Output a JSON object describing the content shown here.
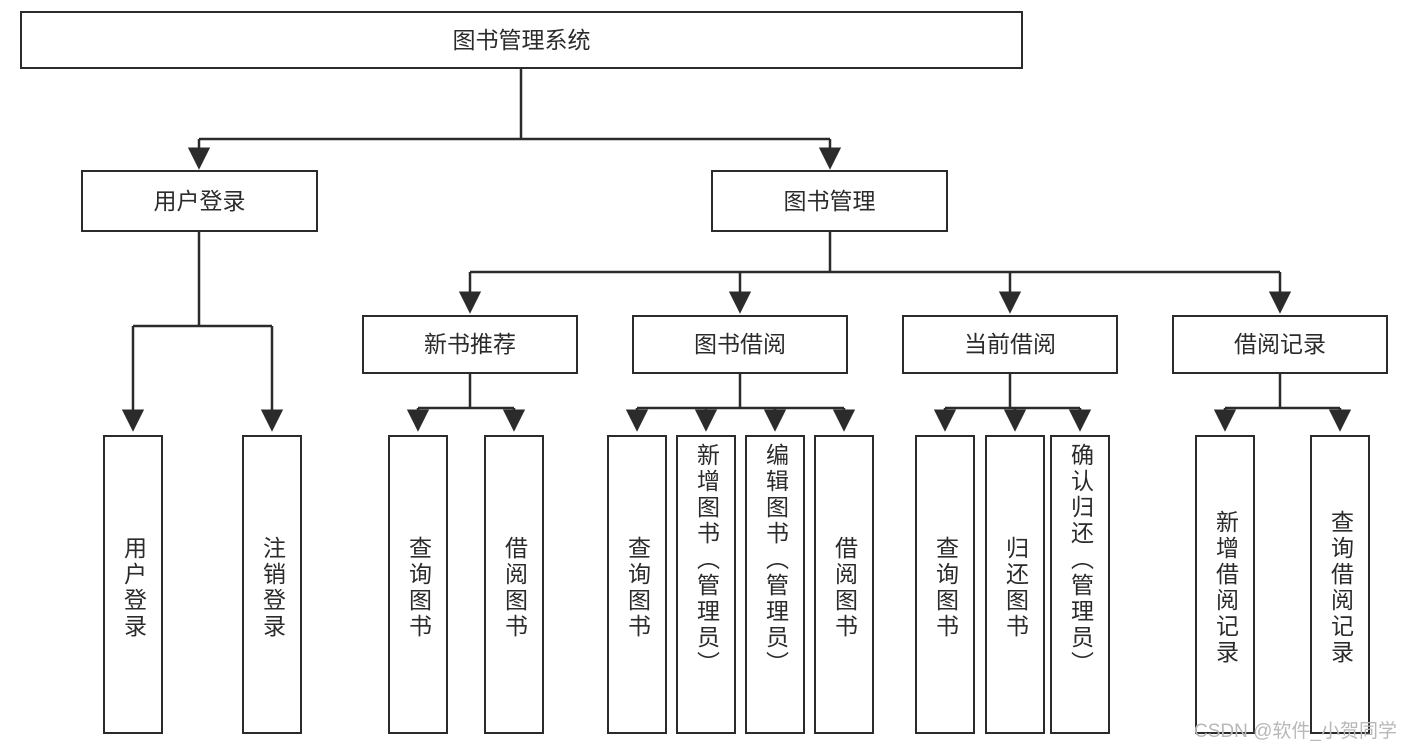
{
  "diagram": {
    "title": "图书管理系统",
    "type": "tree-hierarchy",
    "watermark": "CSDN @软件_小贺同学",
    "colors": {
      "stroke": "#2b2b2b",
      "fill": "#ffffff",
      "text": "#2b2b2b",
      "watermark": "#b8b8b8"
    },
    "nodes": {
      "root": {
        "label": "图书管理系统"
      },
      "level1": [
        {
          "id": "user-login",
          "label": "用户登录"
        },
        {
          "id": "book-manage",
          "label": "图书管理"
        }
      ],
      "level2": [
        {
          "id": "new-book-rec",
          "label": "新书推荐"
        },
        {
          "id": "book-borrow",
          "label": "图书借阅"
        },
        {
          "id": "current-borrow",
          "label": "当前借阅"
        },
        {
          "id": "borrow-record",
          "label": "借阅记录"
        }
      ],
      "leaves": {
        "user_login": [
          {
            "id": "leaf-user-login",
            "label": "用户登录"
          },
          {
            "id": "leaf-logout",
            "label": "注销登录"
          }
        ],
        "new_book_rec": [
          {
            "id": "leaf-query-book-1",
            "label": "查询图书"
          },
          {
            "id": "leaf-borrow-book-1",
            "label": "借阅图书"
          }
        ],
        "book_borrow": [
          {
            "id": "leaf-query-book-2",
            "label": "查询图书"
          },
          {
            "id": "leaf-add-book",
            "label": "新增图书（管理员）"
          },
          {
            "id": "leaf-edit-book",
            "label": "编辑图书（管理员）"
          },
          {
            "id": "leaf-borrow-book-2",
            "label": "借阅图书"
          }
        ],
        "current_borrow": [
          {
            "id": "leaf-query-book-3",
            "label": "查询图书"
          },
          {
            "id": "leaf-return-book",
            "label": "归还图书"
          },
          {
            "id": "leaf-confirm-return",
            "label": "确认归还（管理员）"
          }
        ],
        "borrow_record": [
          {
            "id": "leaf-add-record",
            "label": "新增借阅记录"
          },
          {
            "id": "leaf-query-record",
            "label": "查询借阅记录"
          }
        ]
      }
    },
    "edges": [
      {
        "from": "图书管理系统",
        "to": "用户登录"
      },
      {
        "from": "图书管理系统",
        "to": "图书管理"
      },
      {
        "from": "用户登录",
        "to": "用户登录"
      },
      {
        "from": "用户登录",
        "to": "注销登录"
      },
      {
        "from": "图书管理",
        "to": "新书推荐"
      },
      {
        "from": "图书管理",
        "to": "图书借阅"
      },
      {
        "from": "图书管理",
        "to": "当前借阅"
      },
      {
        "from": "图书管理",
        "to": "借阅记录"
      },
      {
        "from": "新书推荐",
        "to": "查询图书"
      },
      {
        "from": "新书推荐",
        "to": "借阅图书"
      },
      {
        "from": "图书借阅",
        "to": "查询图书"
      },
      {
        "from": "图书借阅",
        "to": "新增图书（管理员）"
      },
      {
        "from": "图书借阅",
        "to": "编辑图书（管理员）"
      },
      {
        "from": "图书借阅",
        "to": "借阅图书"
      },
      {
        "from": "当前借阅",
        "to": "查询图书"
      },
      {
        "from": "当前借阅",
        "to": "归还图书"
      },
      {
        "from": "当前借阅",
        "to": "确认归还（管理员）"
      },
      {
        "from": "借阅记录",
        "to": "新增借阅记录"
      },
      {
        "from": "借阅记录",
        "to": "查询借阅记录"
      }
    ]
  }
}
